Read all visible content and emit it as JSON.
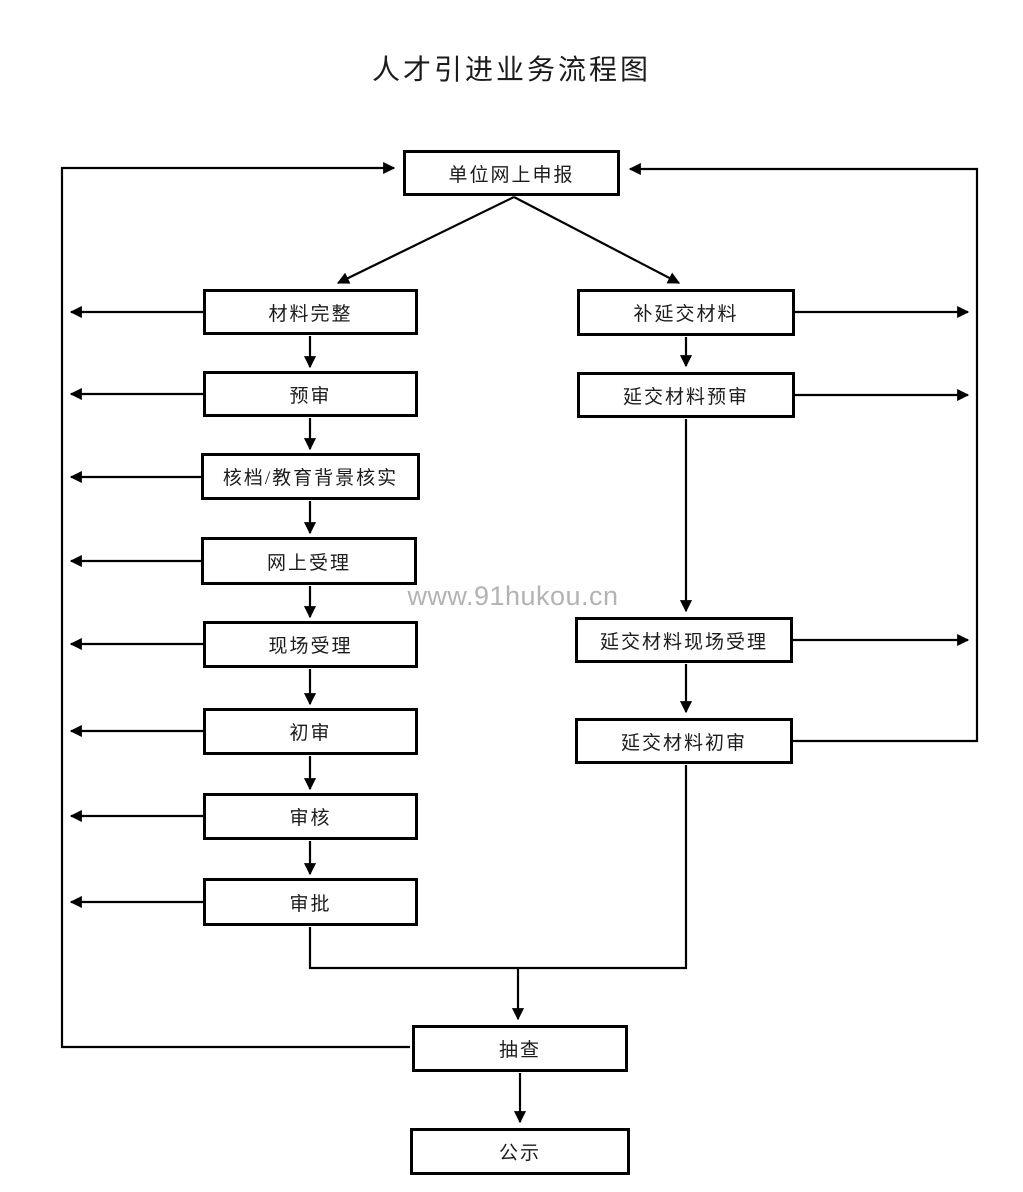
{
  "title": "人才引进业务流程图",
  "watermark": "www.91hukou.cn",
  "nodes": {
    "declare": "单位网上申报",
    "complete": "材料完整",
    "prereview": "预审",
    "archive": "核档/教育背景核实",
    "onlineacc": "网上受理",
    "onsiteacc": "现场受理",
    "firstrev": "初审",
    "review": "审核",
    "approval": "审批",
    "supplement": "补延交材料",
    "lateprerev": "延交材料预审",
    "lateonsite": "延交材料现场受理",
    "latefirst": "延交材料初审",
    "spotcheck": "抽查",
    "publicity": "公示"
  },
  "edges": [
    {
      "from": "单位网上申报",
      "to": "材料完整",
      "kind": "forward"
    },
    {
      "from": "单位网上申报",
      "to": "补延交材料",
      "kind": "forward"
    },
    {
      "from": "材料完整",
      "to": "预审",
      "kind": "forward"
    },
    {
      "from": "预审",
      "to": "核档/教育背景核实",
      "kind": "forward"
    },
    {
      "from": "核档/教育背景核实",
      "to": "网上受理",
      "kind": "forward"
    },
    {
      "from": "网上受理",
      "to": "现场受理",
      "kind": "forward"
    },
    {
      "from": "现场受理",
      "to": "初审",
      "kind": "forward"
    },
    {
      "from": "初审",
      "to": "审核",
      "kind": "forward"
    },
    {
      "from": "审核",
      "to": "审批",
      "kind": "forward"
    },
    {
      "from": "补延交材料",
      "to": "延交材料预审",
      "kind": "forward"
    },
    {
      "from": "延交材料预审",
      "to": "延交材料现场受理",
      "kind": "forward"
    },
    {
      "from": "延交材料现场受理",
      "to": "延交材料初审",
      "kind": "forward"
    },
    {
      "from": "审批",
      "to": "抽查",
      "kind": "forward"
    },
    {
      "from": "延交材料初审",
      "to": "抽查",
      "kind": "forward"
    },
    {
      "from": "抽查",
      "to": "公示",
      "kind": "forward"
    },
    {
      "from": "材料完整",
      "to": "单位网上申报",
      "kind": "return"
    },
    {
      "from": "预审",
      "to": "单位网上申报",
      "kind": "return"
    },
    {
      "from": "核档/教育背景核实",
      "to": "单位网上申报",
      "kind": "return"
    },
    {
      "from": "网上受理",
      "to": "单位网上申报",
      "kind": "return"
    },
    {
      "from": "现场受理",
      "to": "单位网上申报",
      "kind": "return"
    },
    {
      "from": "初审",
      "to": "单位网上申报",
      "kind": "return"
    },
    {
      "from": "审核",
      "to": "单位网上申报",
      "kind": "return"
    },
    {
      "from": "审批",
      "to": "单位网上申报",
      "kind": "return"
    },
    {
      "from": "抽查",
      "to": "单位网上申报",
      "kind": "return"
    },
    {
      "from": "补延交材料",
      "to": "单位网上申报",
      "kind": "return"
    },
    {
      "from": "延交材料预审",
      "to": "单位网上申报",
      "kind": "return"
    },
    {
      "from": "延交材料现场受理",
      "to": "单位网上申报",
      "kind": "return"
    },
    {
      "from": "延交材料初审",
      "to": "单位网上申报",
      "kind": "return"
    }
  ],
  "colors": {
    "line": "#000000",
    "box_border": "#000000",
    "text": "#1c1c1c",
    "watermark": "#b3b3b3",
    "background": "#ffffff"
  }
}
